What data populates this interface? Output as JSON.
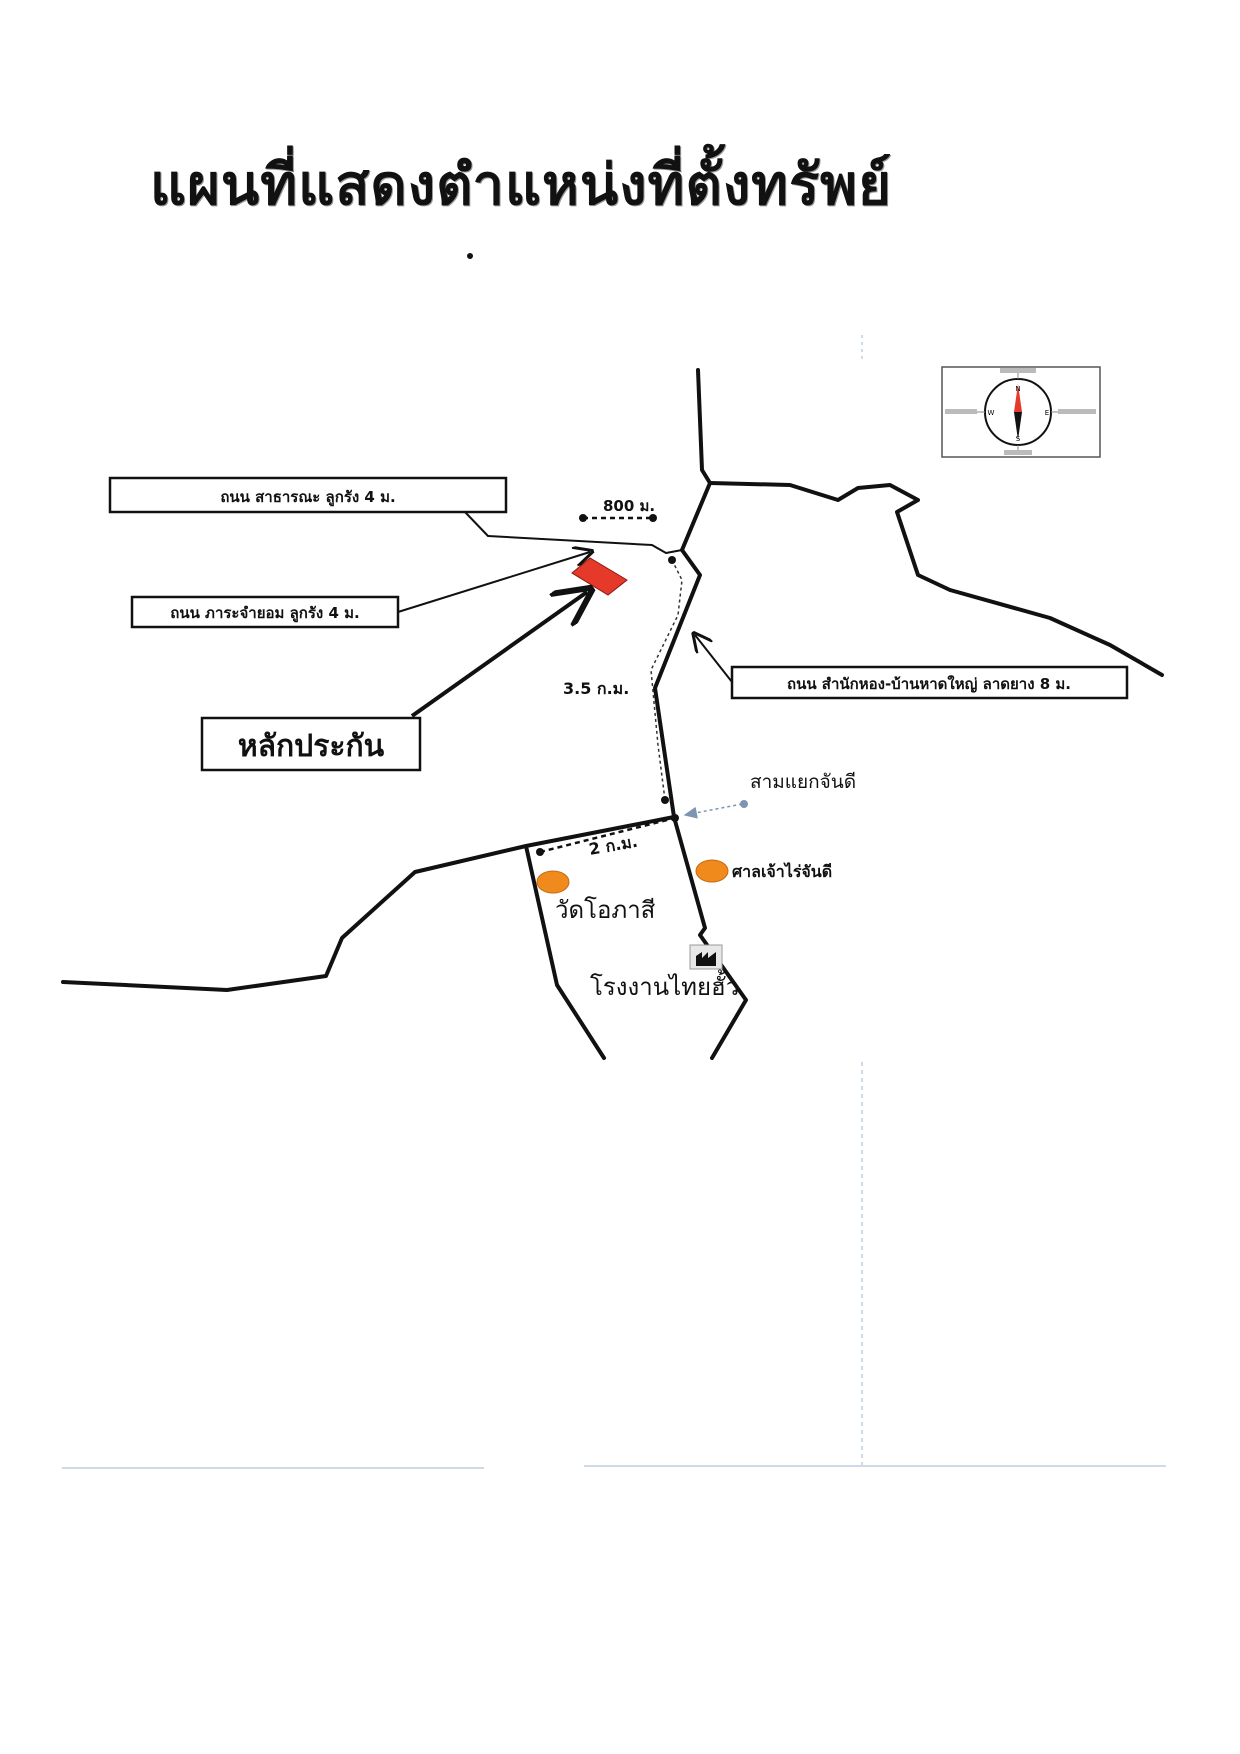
{
  "title": "แผนที่แสดงตำแหน่งที่ตั้งทรัพย์",
  "labels": {
    "public_road": "ถนน สาธารณะ  ลูกรัง 4 ม.",
    "servitude_road": "ถนน ภาระจำยอม  ลูกรัง 4 ม.",
    "collateral": "หลักประกัน",
    "main_road": "ถนน สำนักหอง-บ้านหาดใหญ่ ลาดยาง 8 ม.",
    "junction": "สามแยกจันดี",
    "shrine": "ศาลเจ้าไร่จันดี",
    "temple": "วัดโอภาสี",
    "factory": "โรงงานไทยฮั้ว"
  },
  "distances": {
    "d800": "800 ม.",
    "d3_5": "3.5 ก.ม.",
    "d2": "2 ก.ม."
  },
  "compass": {
    "n": "N",
    "s": "S",
    "e": "E",
    "w": "W"
  },
  "colors": {
    "property": "#e53a2a",
    "landmark": "#f08a1c",
    "road": "#111111"
  },
  "icons": [
    "compass-icon",
    "factory-icon",
    "landmark-dot-icon",
    "property-marker-icon"
  ]
}
